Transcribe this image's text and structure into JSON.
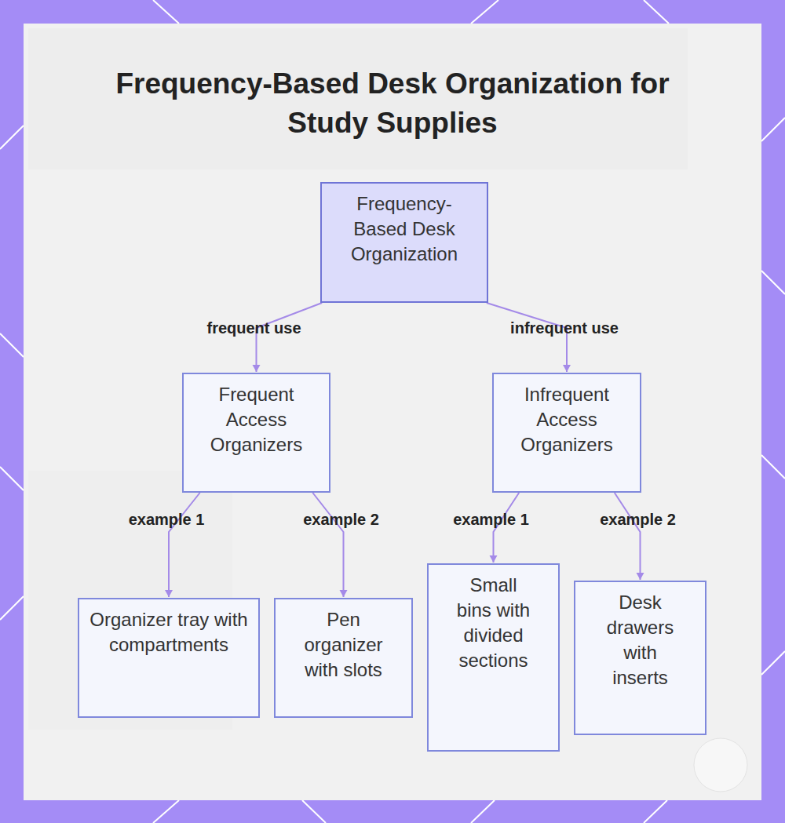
{
  "diagram": {
    "title": "Frequency-Based Desk Organization for Study Supplies",
    "nodes": [
      {
        "text": [
          "Frequency-Based Desk Organization"
        ]
      },
      {
        "text": [
          "Frequent Access Organizers"
        ]
      },
      {
        "text": [
          "Infrequent Access Organizers"
        ]
      },
      {
        "text": [
          "Organizer tray with compartments"
        ]
      },
      {
        "text": [
          "Pen organizer with slots"
        ]
      },
      {
        "text": [
          "Small bins with divided sections"
        ]
      },
      {
        "text": [
          "Desk drawers with inserts"
        ]
      }
    ],
    "edges": [
      {
        "from": 0,
        "to": 1,
        "label": "frequent use",
        "arrow": "to"
      },
      {
        "from": 0,
        "to": 2,
        "label": "infrequent use",
        "arrow": "to"
      },
      {
        "from": 1,
        "to": 3,
        "label": "example 1",
        "arrow": "to"
      },
      {
        "from": 1,
        "to": 4,
        "label": "example 2",
        "arrow": "to"
      },
      {
        "from": 2,
        "to": 5,
        "label": "example 1",
        "arrow": "to"
      },
      {
        "from": 2,
        "to": 6,
        "label": "example 2",
        "arrow": "to"
      }
    ]
  }
}
